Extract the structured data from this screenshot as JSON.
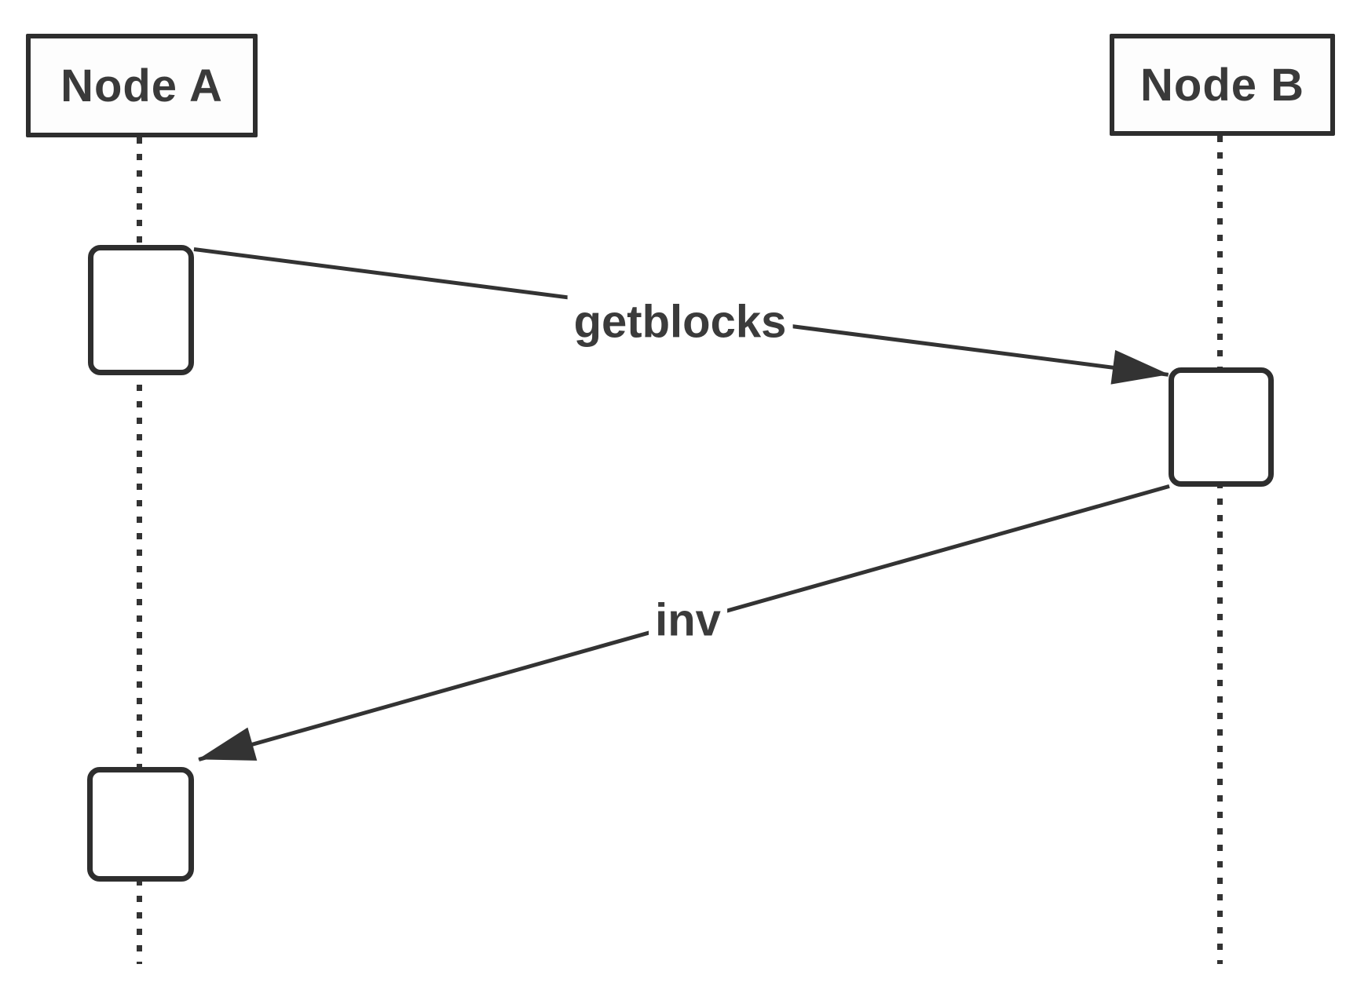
{
  "diagram": {
    "type": "sequence-diagram",
    "colors": {
      "stroke": "#333333",
      "text": "#3a3a3a",
      "background": "#ffffff"
    },
    "actors": [
      {
        "id": "node-a",
        "label": "Node A"
      },
      {
        "id": "node-b",
        "label": "Node B"
      }
    ],
    "messages": [
      {
        "id": "getblocks",
        "from": "Node A",
        "to": "Node B",
        "label": "getblocks",
        "direction": "right"
      },
      {
        "id": "inv",
        "from": "Node B",
        "to": "Node A",
        "label": "inv",
        "direction": "left"
      }
    ],
    "activations": [
      {
        "actor": "Node A",
        "order": 1
      },
      {
        "actor": "Node B",
        "order": 2
      },
      {
        "actor": "Node A",
        "order": 3
      }
    ]
  }
}
